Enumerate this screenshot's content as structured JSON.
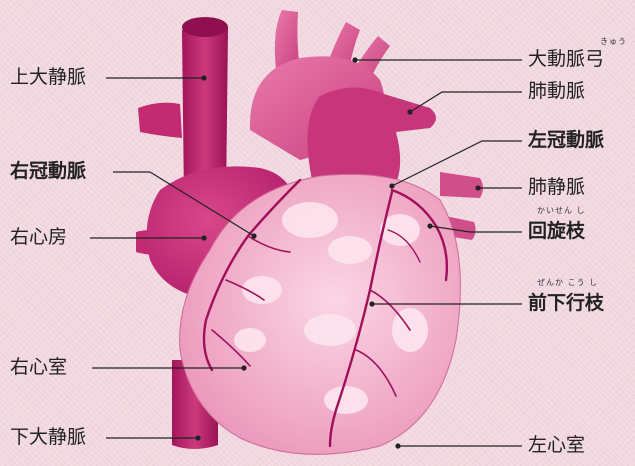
{
  "labels": {
    "superior_vena_cava": "上大静脈",
    "aortic_arch": "大動脈弓",
    "aortic_arch_ruby": "きゅう",
    "pulmonary_artery": "肺動脈",
    "left_coronary_artery": "左冠動脈",
    "right_coronary_artery": "右冠動脈",
    "pulmonary_vein": "肺静脈",
    "circumflex_branch": "回旋枝",
    "circumflex_ruby": "かいせん し",
    "right_atrium": "右心房",
    "anterior_descending_branch": "前下行枝",
    "anterior_descending_ruby": "ぜんか こう し",
    "right_ventricle": "右心室",
    "inferior_vena_cava": "下大静脈",
    "left_ventricle": "左心室"
  },
  "colors": {
    "vessel_dark": "#b81e6e",
    "vessel_mid": "#d0407f",
    "heart_light": "#f3b6cc",
    "heart_fat": "#f9d2e0",
    "artery_line": "#a0105a",
    "leader_line": "#222222"
  }
}
